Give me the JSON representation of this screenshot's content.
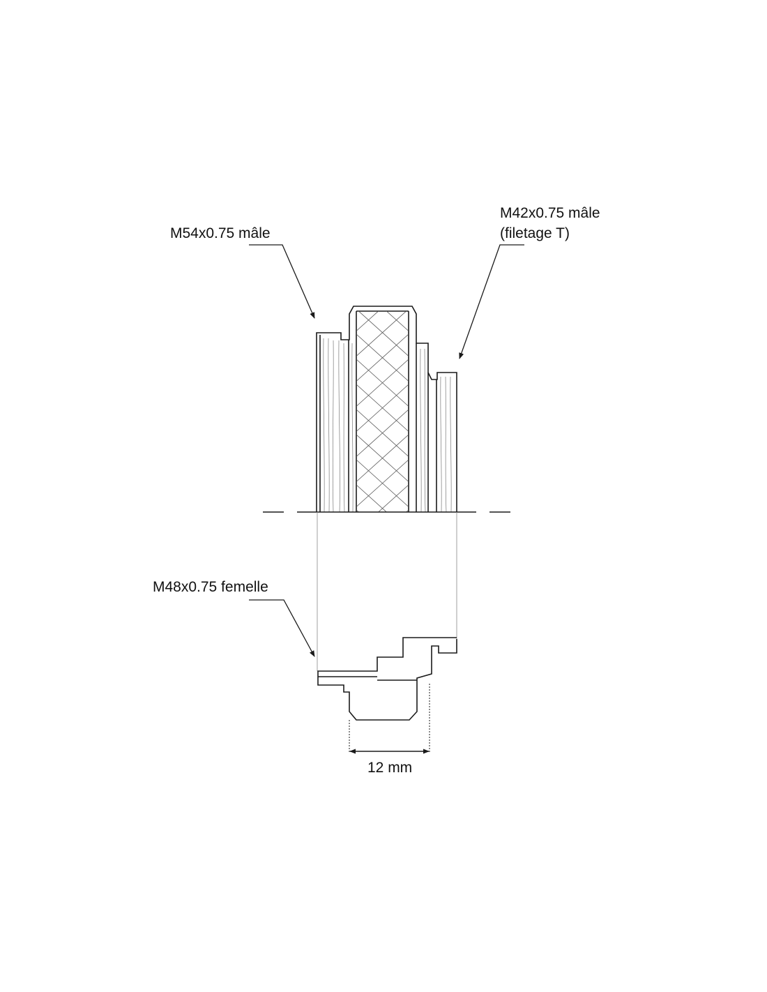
{
  "labels": {
    "m54": "M54x0.75 mâle",
    "m42_line1": "M42x0.75 mâle",
    "m42_line2": "(filetage T)",
    "m48": "M48x0.75 femelle",
    "dimension": "12 mm"
  },
  "colors": {
    "line": "#1a1a1a",
    "hatch": "#555555",
    "background": "#ffffff"
  }
}
